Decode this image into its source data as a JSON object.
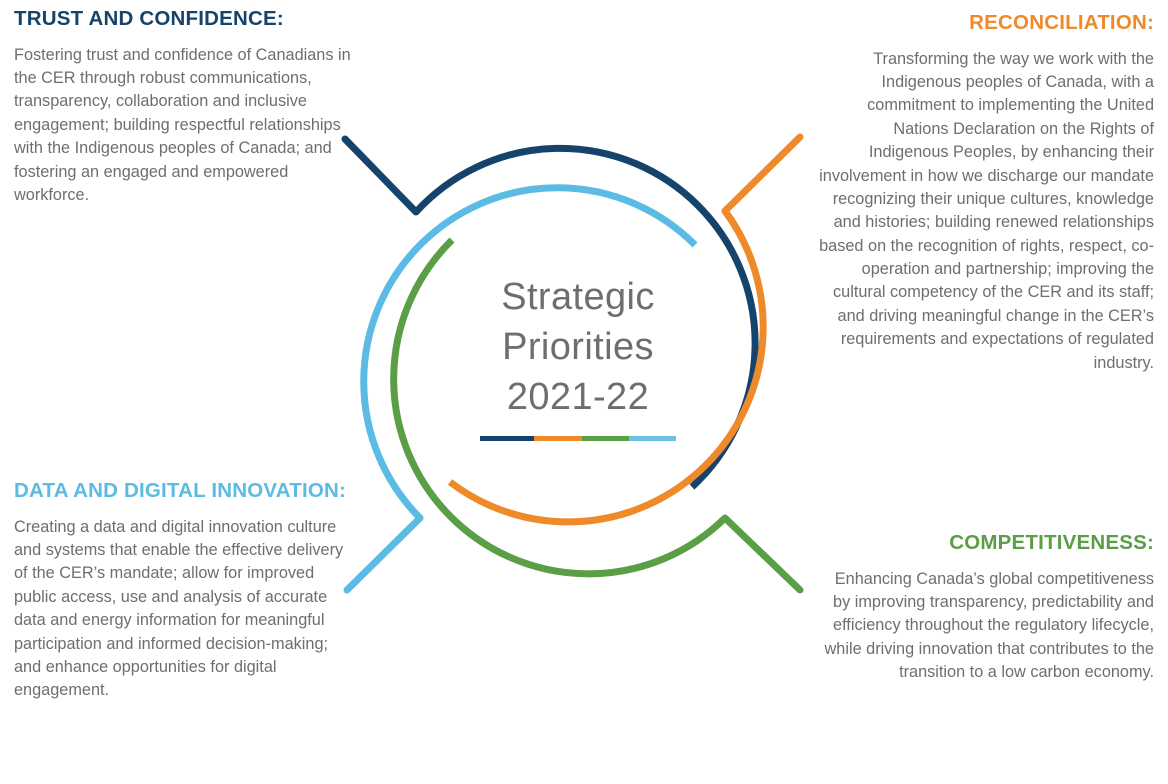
{
  "page": {
    "background": "#ffffff",
    "body_text_color": "#6d6e70"
  },
  "center": {
    "line1": "Strategic",
    "line2": "Priorities",
    "line3": "2021-22",
    "divider_colors": [
      "#16436b",
      "#ef8a2b",
      "#5a9e45",
      "#6cc0e5"
    ]
  },
  "quadrants": {
    "trust": {
      "heading": "TRUST AND CONFIDENCE:",
      "color": "#16436b",
      "body": "Fostering trust and confidence of Canadians in the CER through robust communications, transparency, collaboration and inclusive engagement; building respectful relationships with the Indigenous peoples of Canada; and fostering an engaged and empowered workforce."
    },
    "reconciliation": {
      "heading": "RECONCILIATION:",
      "color": "#ef8a2b",
      "body": "Transforming the way we work with the Indigenous peoples of Canada, with a commitment to implementing the United Nations Declaration on the Rights of Indigenous Peoples, by enhancing their involvement in how we discharge our mandate recognizing their unique cultures, knowledge and histories; building renewed relationships based on the recognition of rights, respect, co-operation and partnership; improving the cultural competency of the CER and its staff; and driving meaningful change in the CER’s requirements and expectations of regulated industry."
    },
    "data": {
      "heading": "DATA AND DIGITAL INNOVATION:",
      "color": "#5bbbe3",
      "body": "Creating a data and digital innovation culture and systems that enable the effective delivery of the CER’s mandate; allow for improved public access, use and analysis of accurate data and energy information for meaningful participation and informed decision-making; and enhance opportunities for digital engagement."
    },
    "competitiveness": {
      "heading": "COMPETITIVENESS:",
      "color": "#5a9e45",
      "body": "Enhancing Canada’s global competitiveness by improving transparency, predictability and efficiency throughout the regulatory lifecycle, while driving innovation that contributes to the transition to a low carbon economy."
    }
  },
  "graphic": {
    "name": "four-arc-circle-diagram",
    "arcs": [
      {
        "name": "navy-arc",
        "color": "#16436b",
        "label": "TRUST AND CONFIDENCE",
        "ring": "outer"
      },
      {
        "name": "orange-arc",
        "color": "#ef8a2b",
        "label": "RECONCILIATION",
        "ring": "outer"
      },
      {
        "name": "light-blue-arc",
        "color": "#5bbbe3",
        "label": "DATA AND DIGITAL INNOVATION",
        "ring": "middle"
      },
      {
        "name": "green-arc",
        "color": "#5a9e45",
        "label": "COMPETITIVENESS",
        "ring": "inner"
      }
    ]
  }
}
